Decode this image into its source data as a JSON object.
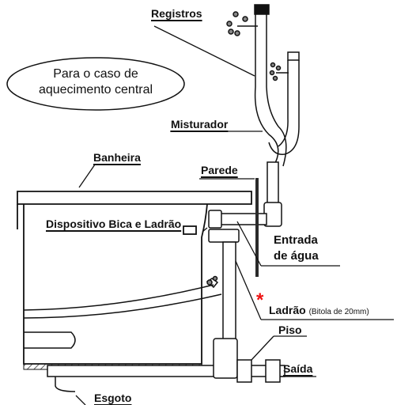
{
  "note": {
    "line1": "Para o caso de",
    "line2": "aquecimento central"
  },
  "labels": {
    "registros": "Registros",
    "misturador": "Misturador",
    "banheira": "Banheira",
    "parede": "Parede",
    "dispositivo": "Dispositivo Bica e Ladrão",
    "entrada_line1": "Entrada",
    "entrada_line2": "de água",
    "ladrao": "Ladrão",
    "ladrao_note": "(Bitola de 20mm)",
    "piso": "Piso",
    "saida": "Saída",
    "esgoto": "Esgoto"
  },
  "colors": {
    "line": "#1a1a1a",
    "accent": "#e11111",
    "wall": "#2a2a2a"
  }
}
